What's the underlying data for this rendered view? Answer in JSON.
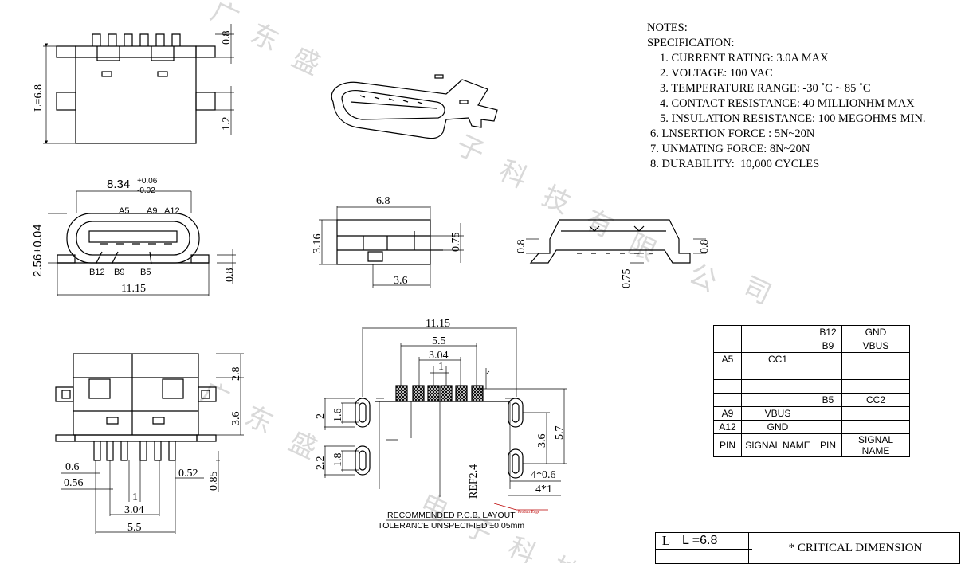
{
  "watermark": {
    "line1": [
      "广",
      "东",
      "盛",
      "子",
      "科",
      "技",
      "有",
      "限",
      "公",
      "司"
    ],
    "line2": [
      "广",
      "东",
      "盛",
      "电",
      "子",
      "科",
      "技"
    ]
  },
  "notes": {
    "title": "NOTES:",
    "subtitle": "SPECIFICATION:",
    "items": [
      "1. CURRENT RATING: 3.0A MAX",
      "2. VOLTAGE: 100 VAC",
      "3. TEMPERATURE RANGE: -30 ˚C ~ 85 ˚C",
      "4. CONTACT RESISTANCE: 40 MILLIONHM MAX",
      "5. INSULATION RESISTANCE: 100 MEGOHMS MIN.",
      "6. LNSERTION FORCE : 5N~20N",
      "7. UNMATING FORCE: 8N~20N",
      "8. DURABILITY:  10,000 CYCLES"
    ]
  },
  "dims": {
    "top_view": {
      "L": "L=6.8",
      "d08": "0.8",
      "d12": "1.2"
    },
    "front_view": {
      "width": "8.34",
      "width_tol_plus": "+0.06",
      "width_tol_minus": "-0.02",
      "height": "2.56±0.04",
      "total": "11.15",
      "d08": "0.8",
      "pins_top": [
        "A5",
        "A9",
        "A12"
      ],
      "pins_bottom": [
        "B12",
        "B9",
        "B5"
      ]
    },
    "side_view": {
      "width": "6.8",
      "height": "3.16",
      "d075": "0.75",
      "d36": "3.6"
    },
    "rear_view": {
      "left": "0.8",
      "right": "0.8",
      "bottom": "0.75"
    },
    "bottom_view": {
      "d28": "2.8",
      "d36": "3.6",
      "d06": "0.6",
      "d056": "0.56",
      "d052": "0.52",
      "d085": "0.85",
      "d1": "1",
      "d304": "3.04",
      "d55": "5.5"
    },
    "pcb_layout": {
      "total": "11.15",
      "d55": "5.5",
      "d304": "3.04",
      "d1": "1",
      "d2": "2",
      "d16": "1.6",
      "d22": "2.2",
      "d18": "1.8",
      "d36": "3.6",
      "d57": "5.7",
      "ref": "REF2.4",
      "d406": "4*0.6",
      "d41": "4*1",
      "edge_label": "Product Edge",
      "caption1": "RECOMMENDED   P.C.B. LAYOUT",
      "caption2": "TOLERANCE  UNSPECIFIED  ±0.05mm"
    }
  },
  "pin_table": {
    "rows": [
      [
        "",
        "",
        "B12",
        "GND"
      ],
      [
        "",
        "",
        "B9",
        "VBUS"
      ],
      [
        "A5",
        "CC1",
        "",
        ""
      ],
      [
        "",
        "",
        "",
        ""
      ],
      [
        "",
        "",
        "",
        ""
      ],
      [
        "",
        "",
        "B5",
        "CC2"
      ],
      [
        "A9",
        "VBUS",
        "",
        ""
      ],
      [
        "A12",
        "GND",
        "",
        ""
      ],
      [
        "PIN",
        "SIGNAL  NAME",
        "PIN",
        "SIGNAL  NAME"
      ]
    ]
  },
  "critical": {
    "letter": "L",
    "value": "L =6.8",
    "text": "* CRITICAL  DIMENSION"
  }
}
